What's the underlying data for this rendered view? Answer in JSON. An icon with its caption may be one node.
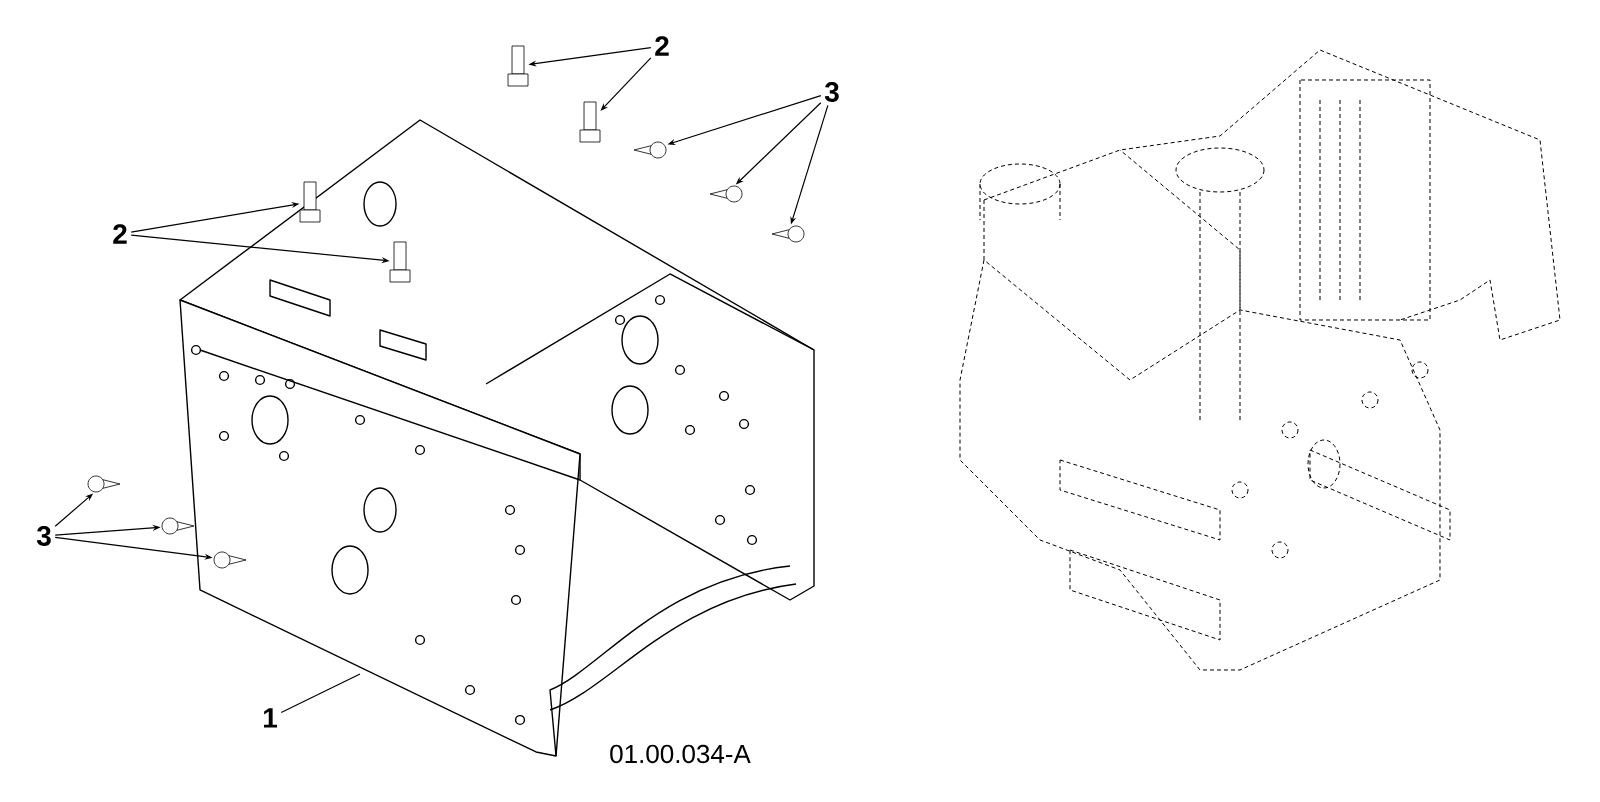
{
  "diagram": {
    "nodes": [
      {
        "text": [
          "2"
        ]
      },
      {
        "text": [
          "3"
        ]
      },
      {
        "text": [
          "2"
        ]
      },
      {
        "text": [
          "3"
        ]
      },
      {
        "text": [
          "1"
        ]
      },
      {
        "text": [],
        "shape": "picture"
      },
      {
        "text": [],
        "shape": "picture"
      },
      {
        "text": [],
        "shape": "picture"
      },
      {
        "text": [],
        "shape": "picture"
      },
      {
        "text": [],
        "shape": "picture"
      },
      {
        "text": [],
        "shape": "picture"
      },
      {
        "text": [],
        "shape": "picture"
      },
      {
        "text": [],
        "shape": "picture"
      },
      {
        "text": [],
        "shape": "picture"
      },
      {
        "text": [],
        "shape": "picture"
      }
    ],
    "edges": [
      {
        "from": 0,
        "to": 5,
        "arrow": "to"
      },
      {
        "from": 0,
        "to": 6,
        "arrow": "to"
      },
      {
        "from": 1,
        "to": 9,
        "arrow": "to"
      },
      {
        "from": 1,
        "to": 10,
        "arrow": "to"
      },
      {
        "from": 1,
        "to": 11,
        "arrow": "to"
      },
      {
        "from": 2,
        "to": 7,
        "arrow": "to"
      },
      {
        "from": 2,
        "to": 8,
        "arrow": "to"
      },
      {
        "from": 3,
        "to": 12,
        "arrow": "to"
      },
      {
        "from": 3,
        "to": 13,
        "arrow": "to"
      },
      {
        "from": 3,
        "to": 14,
        "arrow": "to"
      },
      {
        "from": 4,
        "to": null,
        "arrow": "none"
      }
    ],
    "labels": [
      "01.00.034-A"
    ]
  }
}
